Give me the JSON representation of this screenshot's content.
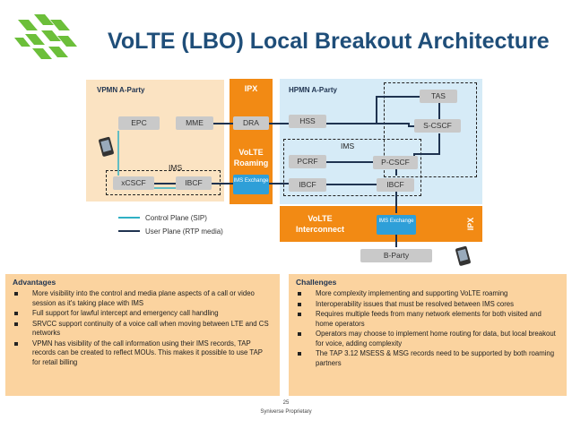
{
  "title": "VoLTE (LBO) Local Breakout Architecture",
  "regions": {
    "vpmn": "VPMN A-Party",
    "ipx_top": "IPX",
    "hpmn": "HPMN A-Party",
    "volte_roaming": "VoLTE Roaming",
    "volte_interconnect": "VoLTE Interconnect",
    "ipx_side": "IPX"
  },
  "nodes": {
    "epc": "EPC",
    "mme": "MME",
    "dra": "DRA",
    "hss": "HSS",
    "tas": "TAS",
    "s_cscf": "S-CSCF",
    "pcrf": "PCRF",
    "p_cscf": "P-CSCF",
    "x_cscf": "xCSCF",
    "ibcf_vpmn": "IBCF",
    "ibcf_hpmn_left": "IBCF",
    "ibcf_hpmn_right": "IBCF",
    "ims_exchange_roaming": "IMS Exchange",
    "ims_exchange_interconnect": "IMS Exchange",
    "b_party": "B-Party"
  },
  "labels": {
    "ims_vpmn": "IMS",
    "ims_hpmn": "IMS"
  },
  "legend": {
    "control_plane": "Control Plane (SIP)",
    "user_plane": "User Plane (RTP media)"
  },
  "colors": {
    "title": "#1f4e79",
    "orange": "#f28a14",
    "vpmn_bg": "#fbe3c2",
    "hpmn_bg": "#d6ebf7",
    "panel_bg": "#fbd39f",
    "control_plane": "#2fb0c4",
    "user_plane": "#1f3350",
    "logo_green": "#6cbf3a"
  },
  "advantages": {
    "heading": "Advantages",
    "items": [
      "More visibility into the control and media plane aspects of a call or video session as it's taking place with IMS",
      "Full support for lawful intercept and emergency call handling",
      "SRVCC support continuity of a voice call when moving between LTE and CS networks",
      "VPMN has visibility of the call information using their IMS records, TAP records can be created to reflect MOUs. This makes it possible to use TAP for retail billing"
    ]
  },
  "challenges": {
    "heading": "Challenges",
    "items": [
      "More complexity implementing and supporting VoLTE roaming",
      "Interoperability issues that must be resolved between IMS cores",
      "Requires multiple feeds from many network elements for both visited and home operators",
      "Operators may choose to implement home routing for data, but local breakout for voice, adding complexity",
      "The TAP 3.12 MSESS & MSG records need to be supported by both roaming partners"
    ]
  },
  "page_number": "25",
  "footer": "Syniverse Proprietary"
}
